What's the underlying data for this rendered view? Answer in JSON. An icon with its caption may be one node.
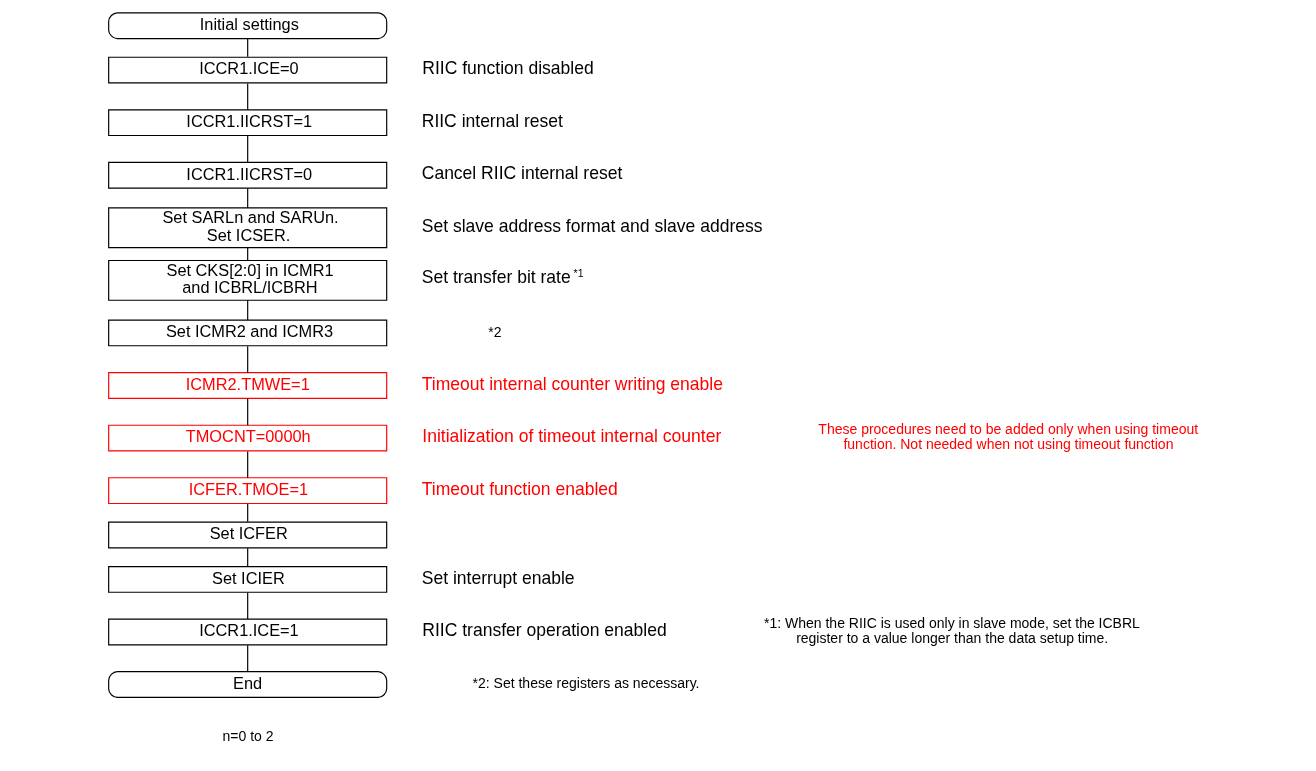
{
  "diagram": {
    "nodes": [
      {
        "text": [
          "Initial settings"
        ]
      },
      {
        "text": [
          "ICCR1.ICE=0"
        ],
        "beside": [
          "RIIC function disabled"
        ]
      },
      {
        "text": [
          "ICCR1.IICRST=1"
        ],
        "beside": [
          "RIIC internal reset"
        ]
      },
      {
        "text": [
          "ICCR1.IICRST=0"
        ],
        "beside": [
          "Cancel RIIC internal reset"
        ]
      },
      {
        "text": [
          "Set SARLn and SARUn. Set ICSER."
        ],
        "beside": [
          "Set slave address format and slave address"
        ]
      },
      {
        "text": [
          "Set CKS[2:0] in ICMR1 and ICBRL/ICBRH"
        ],
        "beside": [
          "Set transfer bit rate$^{*1}$"
        ]
      },
      {
        "text": [
          "Set ICMR2 and ICMR3"
        ]
      },
      {
        "text": [
          "ICMR2.TMWE=1"
        ],
        "beside": [
          "Timeout internal counter writing enable"
        ]
      },
      {
        "text": [
          "TMOCNT=0000h"
        ],
        "beside": [
          "Initialization of timeout internal counter"
        ]
      },
      {
        "text": [
          "ICFER.TMOE=1"
        ],
        "beside": [
          "Timeout function enabled"
        ]
      },
      {
        "text": [
          "Set ICFER"
        ]
      },
      {
        "text": [
          "Set ICIER"
        ],
        "beside": [
          "Set interrupt enable"
        ]
      },
      {
        "text": [
          "ICCR1.ICE=1"
        ],
        "beside": [
          "RIIC transfer operation enabled"
        ]
      },
      {
        "text": [
          "End"
        ]
      }
    ],
    "edges": [
      {
        "from": 0,
        "to": 1,
        "arrow": "none"
      },
      {
        "from": 1,
        "to": 2,
        "arrow": "none"
      },
      {
        "from": 2,
        "to": 3,
        "arrow": "none"
      },
      {
        "from": 3,
        "to": 4,
        "arrow": "none"
      },
      {
        "from": 4,
        "to": 5,
        "arrow": "none"
      },
      {
        "from": 5,
        "to": 6,
        "arrow": "none"
      },
      {
        "from": 6,
        "to": 7,
        "arrow": "none"
      },
      {
        "from": 7,
        "to": 8,
        "arrow": "none"
      },
      {
        "from": 8,
        "to": 9,
        "arrow": "none"
      },
      {
        "from": 9,
        "to": 10,
        "arrow": "none"
      },
      {
        "from": 10,
        "to": 11,
        "arrow": "none"
      },
      {
        "from": 11,
        "to": 12,
        "arrow": "none"
      },
      {
        "from": 12,
        "to": 13,
        "arrow": "none"
      }
    ],
    "labels": [
      "*2",
      "These procedures need to be added only when using timeout function. Not needed when not using timeout function",
      "*1: When the RIIC is used only in slave mode, set the ICBRL register to a value longer than the data setup time.",
      "*2: Set these registers as necessary.",
      "n=0 to 2"
    ]
  }
}
